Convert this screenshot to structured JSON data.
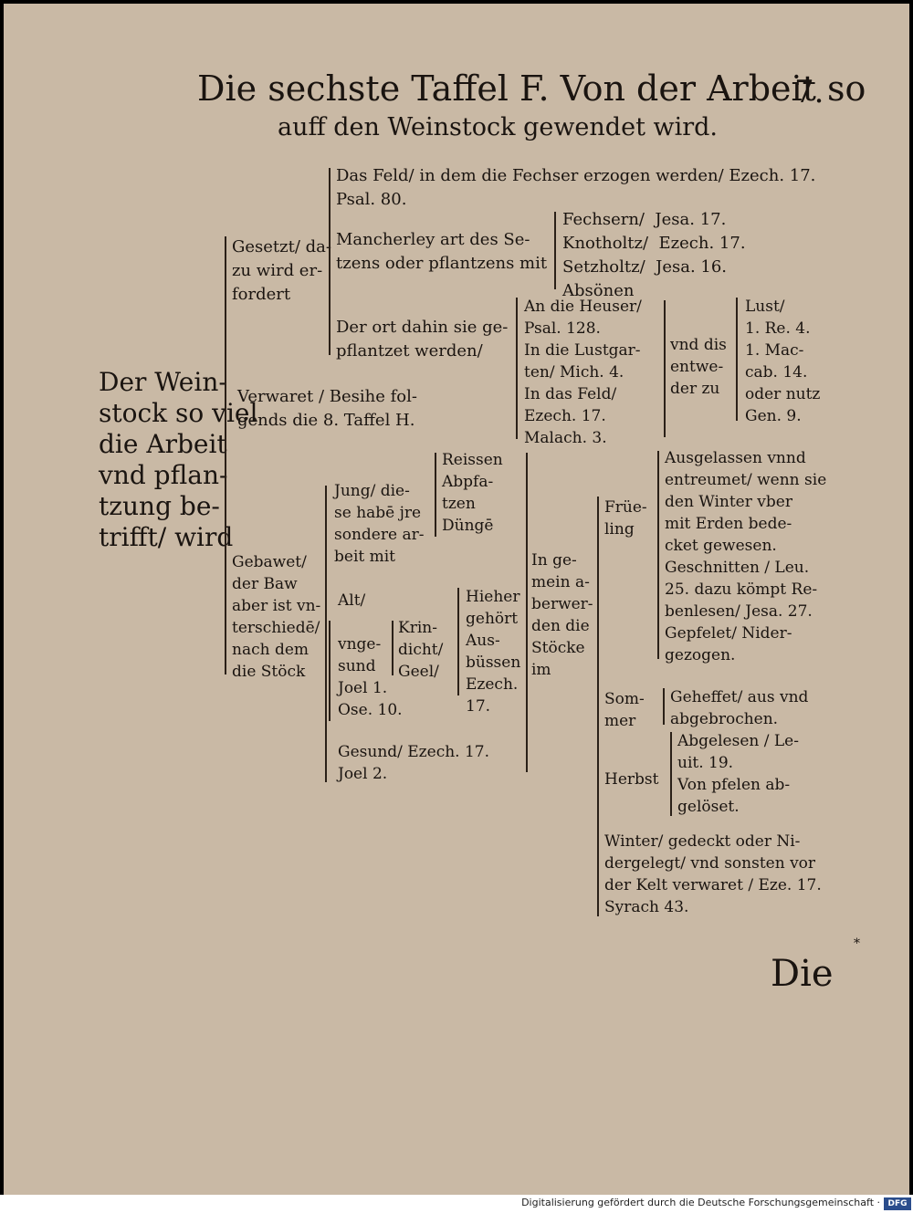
{
  "header": {
    "title_line1": "Die sechste Taffel F. Von der Arbeit so",
    "title_line2": "auff den Weinstock gewendet wird.",
    "page_number": "7."
  },
  "root": "Der Wein-\nstock so viel\ndie Arbeit\nvnd pflan-\ntzung be-\ntrifft/ wird",
  "gesetzt": {
    "label": "Gesetzt/ da-\nzu wird er-\nfordert",
    "feld": "Das Feld/ in dem die Fechser erzogen werden/ Ezech. 17.\nPsal. 80.",
    "mancherley": "Mancherley art des Se-\ntzens oder pflantzens mit",
    "fechser": "Fechsern/  Jesa. 17.\nKnotholtz/  Ezech. 17.\nSetzholtz/  Jesa. 16.\nAbsönen",
    "ort": "Der ort dahin sie ge-\npflantzet werden/",
    "heuser": "An die Heuser/\nPsal. 128.\nIn die Lustgar-\nten/ Mich. 4.\nIn das Feld/\nEzech. 17.\nMalach. 3.",
    "entweder": "vnd dis\nentwe-\nder zu",
    "lust": "Lust/\n1. Re. 4.\n1. Mac-\ncab. 14.\noder nutz\nGen. 9."
  },
  "verwaret": "Verwaret / Besihe fol-\ngends die 8. Taffel H.",
  "gebawet": {
    "label": "Gebawet/\nder Baw\naber ist vn-\nterschiedē/\nnach dem\ndie Stöck",
    "jung": "Jung/ die-\nse habē jre\nsondere ar-\nbeit mit",
    "reissen": "Reissen\nAbpfa-\ntzen\nDüngē",
    "alt": "Alt/",
    "hieher": "Hieher\ngehört\nAus-\nbüssen\nEzech.\n17.",
    "vngesund": "vnge-\nsund\nJoel 1.\nOse. 10.",
    "krin": "Krin-\ndicht/\nGeel/",
    "gesund": "Gesund/ Ezech. 17.\nJoel 2.",
    "gemein": "In ge-\nmein a-\nberwer-\nden die\nStöcke\nim",
    "fruehling": "Früe-\nling",
    "ausgelassen": "Ausgelassen vnnd\nentreumet/ wenn sie\nden Winter vber\nmit Erden bede-\ncket gewesen.\nGeschnitten / Leu.\n25. dazu kömpt Re-\nbenlesen/ Jesa. 27.\nGepfelet/ Nider-\ngezogen.",
    "sommer": "Som-\nmer",
    "geheffet": "Geheffet/ aus vnd\nabgebrochen.",
    "herbst": "Herbst",
    "abgelesen": "Abgelesen / Le-\nuit. 19.\nVon pfelen ab-\ngelöset.",
    "winter": "Winter/ gedeckt oder Ni-\ndergelegt/ vnd sonsten vor\nder Kelt verwaret / Eze. 17.\nSyrach 43."
  },
  "catchword": "Die",
  "ornament": "*",
  "footer": {
    "credit": "Digitalisierung gefördert durch die Deutsche Forschungsgemeinschaft ·",
    "logo": "DFG"
  }
}
